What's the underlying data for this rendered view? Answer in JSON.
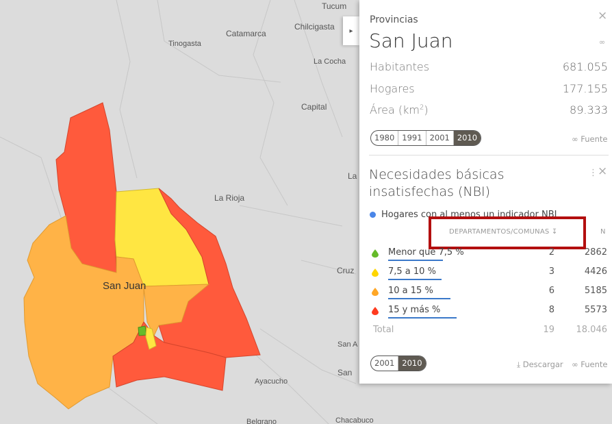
{
  "map": {
    "labels": {
      "tucuman": "Tucum",
      "catamarca": "Catamarca",
      "tinogasta": "Tinogasta",
      "chilecito": "Chilcigasta",
      "lacocha": "La Cocha",
      "capital": "Capital",
      "la_top": "La",
      "larioja": "La Rioja",
      "sanjuan": "San Juan",
      "cruz": "Cruz",
      "sana": "San A",
      "san": "San",
      "ayacucho": "Ayacucho",
      "belgrano": "Belgrano",
      "chacabuco": "Chacabuco"
    },
    "colors": {
      "red": "#ff5a3c",
      "orange": "#ffb347",
      "yellow": "#ffe642",
      "green": "#66bb2a",
      "land": "#dcdcdc"
    }
  },
  "panel": {
    "breadcrumb": "Provincias",
    "title": "San Juan",
    "stats": [
      {
        "label": "Habitantes",
        "value": "681.055"
      },
      {
        "label": "Hogares",
        "value": "177.155"
      },
      {
        "label": "Área (km",
        "sup": "2",
        "suffix": ")",
        "value": "89.333"
      }
    ],
    "years": [
      "1980",
      "1991",
      "2001",
      "2010"
    ],
    "active_year": "2010",
    "source_label": "Fuente",
    "nbi": {
      "title_line1": "Necesidades básicas",
      "title_line2": "insatisfechas (NBI)",
      "indicator": "Hogares con al menos un indicador NBI",
      "col_header": "DEPARTAMENTOS/COMUNAS",
      "col_n": "N",
      "rows": [
        {
          "label": "Menor que 7,5 %",
          "count": "2",
          "n": "2862",
          "color": "#66bb2a"
        },
        {
          "label": "7,5 a 10 %",
          "count": "3",
          "n": "4426",
          "color": "#ffe642"
        },
        {
          "label": "10 a 15 %",
          "count": "6",
          "n": "5185",
          "color": "#ffa726"
        },
        {
          "label": "15 y más %",
          "count": "8",
          "n": "5573",
          "color": "#ff3b1f"
        }
      ],
      "total_label": "Total",
      "total_count": "19",
      "total_n": "18.046",
      "years": [
        "2001",
        "2010"
      ],
      "active_year": "2010",
      "download_label": "Descargar",
      "source_label": "Fuente"
    }
  }
}
